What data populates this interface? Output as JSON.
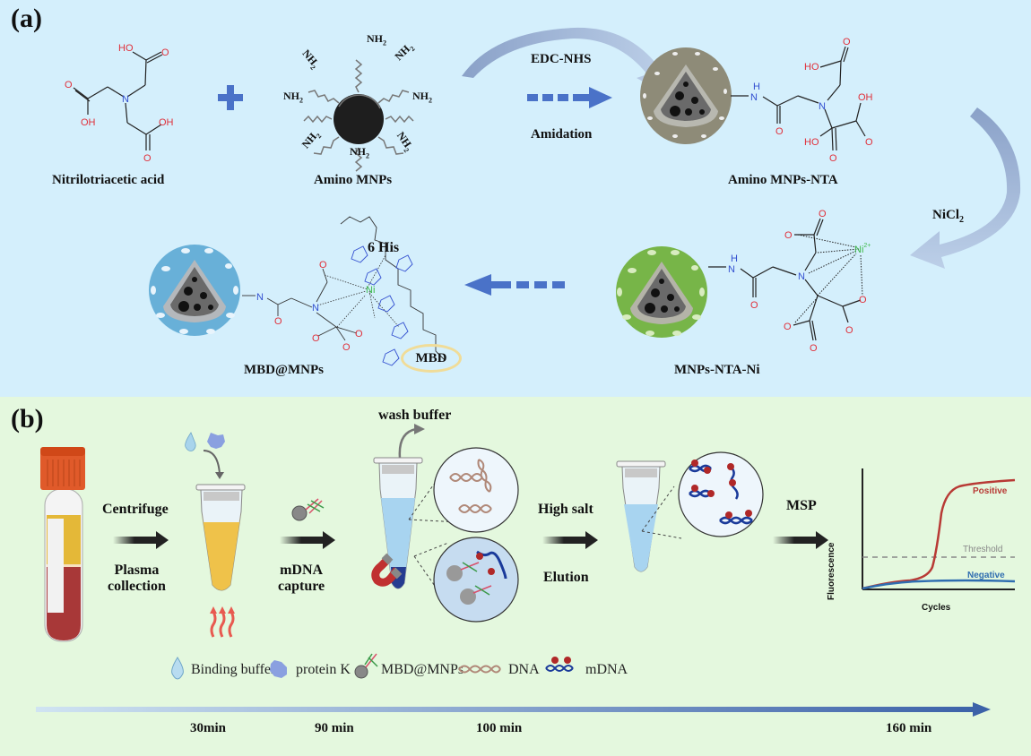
{
  "panel_a": {
    "tag": "(a)",
    "nta_label": "Nitrilotriacetic acid",
    "amino_mnps_label": "Amino MNPs",
    "nh2": "NH",
    "nh2_sub": "2",
    "step1_top": "EDC-NHS",
    "step1_bottom": "Amidation",
    "amino_mnps_nta_label": "Amino MNPs-NTA",
    "step2_label": "NiCl",
    "step2_sub": "2",
    "mnps_nta_ni_label": "MNPs-NTA-Ni",
    "his_label": "6 His",
    "mbd_label": "MBD",
    "mbd_mnps_label": "MBD@MNPs",
    "atoms": {
      "ho": "HO",
      "oh": "OH",
      "o": "O",
      "n": "N",
      "h": "H",
      "ni": "Ni",
      "ni_charge": "2+"
    }
  },
  "panel_b": {
    "tag": "(b)",
    "step_centrifuge": "Centrifuge",
    "step_plasma": [
      "Plasma",
      "collection"
    ],
    "step_capture": [
      "mDNA",
      "capture"
    ],
    "wash_buffer": "wash buffer",
    "step_high_salt": "High salt",
    "step_elution": "Elution",
    "step_msp": "MSP",
    "chart": {
      "ylabel": "Fluorescence",
      "xlabel": "Cycles",
      "positive": "Positive",
      "threshold": "Threshold",
      "negative": "Negative"
    },
    "legend": [
      {
        "icon": "droplet-icon",
        "label": "Binding buffer"
      },
      {
        "icon": "protein-icon",
        "label": "protein K"
      },
      {
        "icon": "bead-icon",
        "label": "MBD@MNPs"
      },
      {
        "icon": "dna-icon",
        "label": "DNA"
      },
      {
        "icon": "mdna-icon",
        "label": "mDNA"
      }
    ],
    "timeline": [
      "30min",
      "90 min",
      "100 min",
      "160 min"
    ]
  },
  "colors": {
    "panel_a_bg": "#d4effc",
    "panel_b_bg": "#e4f8de",
    "arrow_blue": "#4a72c8",
    "oxygen_red": "#e0303a",
    "nitrogen_blue": "#3350d0",
    "nickel_green": "#3cb84a",
    "positive_red": "#b83a35",
    "negative_blue": "#2f6db0"
  }
}
